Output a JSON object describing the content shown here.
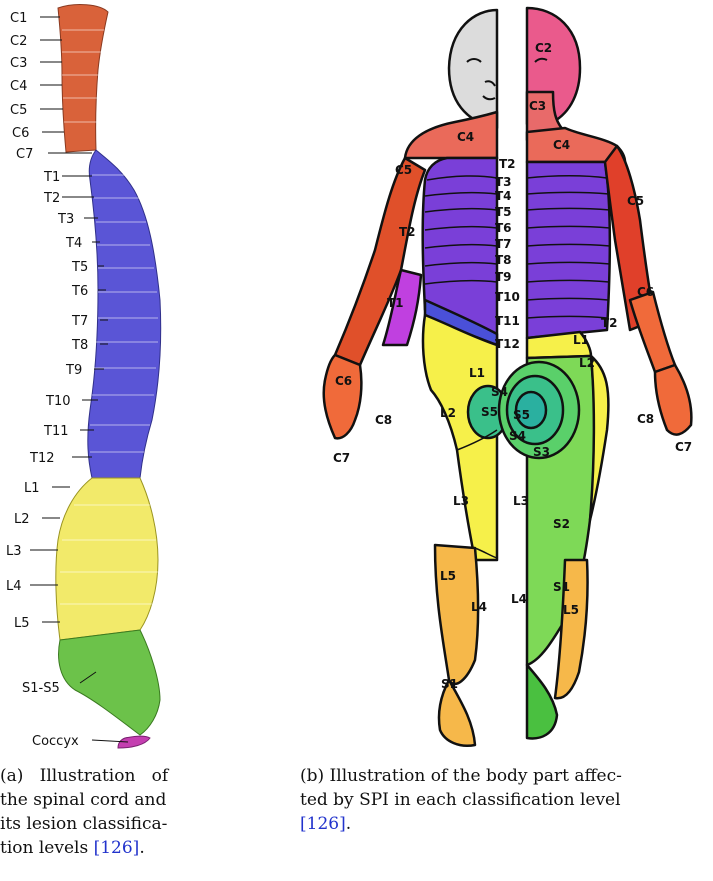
{
  "panel_a": {
    "spine_labels": [
      {
        "id": "C1",
        "text": "C1"
      },
      {
        "id": "C2",
        "text": "C2"
      },
      {
        "id": "C3",
        "text": "C3"
      },
      {
        "id": "C4",
        "text": "C4"
      },
      {
        "id": "C5",
        "text": "C5"
      },
      {
        "id": "C6",
        "text": "C6"
      },
      {
        "id": "C7",
        "text": "C7"
      },
      {
        "id": "T1",
        "text": "T1"
      },
      {
        "id": "T2",
        "text": "T2"
      },
      {
        "id": "T3",
        "text": "T3"
      },
      {
        "id": "T4",
        "text": "T4"
      },
      {
        "id": "T5",
        "text": "T5"
      },
      {
        "id": "T6",
        "text": "T6"
      },
      {
        "id": "T7",
        "text": "T7"
      },
      {
        "id": "T8",
        "text": "T8"
      },
      {
        "id": "T9",
        "text": "T9"
      },
      {
        "id": "T10",
        "text": "T10"
      },
      {
        "id": "T11",
        "text": "T11"
      },
      {
        "id": "T12",
        "text": "T12"
      },
      {
        "id": "L1",
        "text": "L1"
      },
      {
        "id": "L2",
        "text": "L2"
      },
      {
        "id": "L3",
        "text": "L3"
      },
      {
        "id": "L4",
        "text": "L4"
      },
      {
        "id": "L5",
        "text": "L5"
      },
      {
        "id": "S1S5",
        "text": "S1-S5"
      },
      {
        "id": "Coccyx",
        "text": "Coccyx"
      }
    ],
    "caption_lines": [
      "(a)   Illustration   of",
      "the spinal cord and",
      "its lesion classifica-",
      "tion levels "
    ],
    "caption_ref": "[126]",
    "caption_end": "."
  },
  "panel_b": {
    "dermatome_labels": [
      "C2",
      "C3",
      "C4",
      "C4",
      "C5",
      "C5",
      "C6",
      "C6",
      "C7",
      "C7",
      "C8",
      "C8",
      "T1",
      "T2",
      "T2",
      "T3",
      "T4",
      "T5",
      "T6",
      "T7",
      "T8",
      "T9",
      "T10",
      "T11",
      "T12",
      "T2",
      "L1",
      "L1",
      "L2",
      "L2",
      "L3",
      "L3",
      "L4",
      "L4",
      "L5",
      "L5",
      "S1",
      "S1",
      "S2",
      "S3",
      "S4",
      "S4",
      "S5",
      "S5"
    ],
    "caption_lines": [
      "(b) Illustration of the body part affec-",
      "ted by SPI in each classification level"
    ],
    "caption_ref": "[126]",
    "caption_end": "."
  },
  "colors": {
    "cervical": "#d9623a",
    "thoracic": "#5a55d6",
    "lumbar": "#f2ea6a",
    "sacral": "#6cc24a",
    "coccyx": "#c43fb0",
    "body_c": "#e85a4a",
    "body_t": "#7a3fd8",
    "body_l": "#f6f04a",
    "body_s": "#7ed957"
  }
}
